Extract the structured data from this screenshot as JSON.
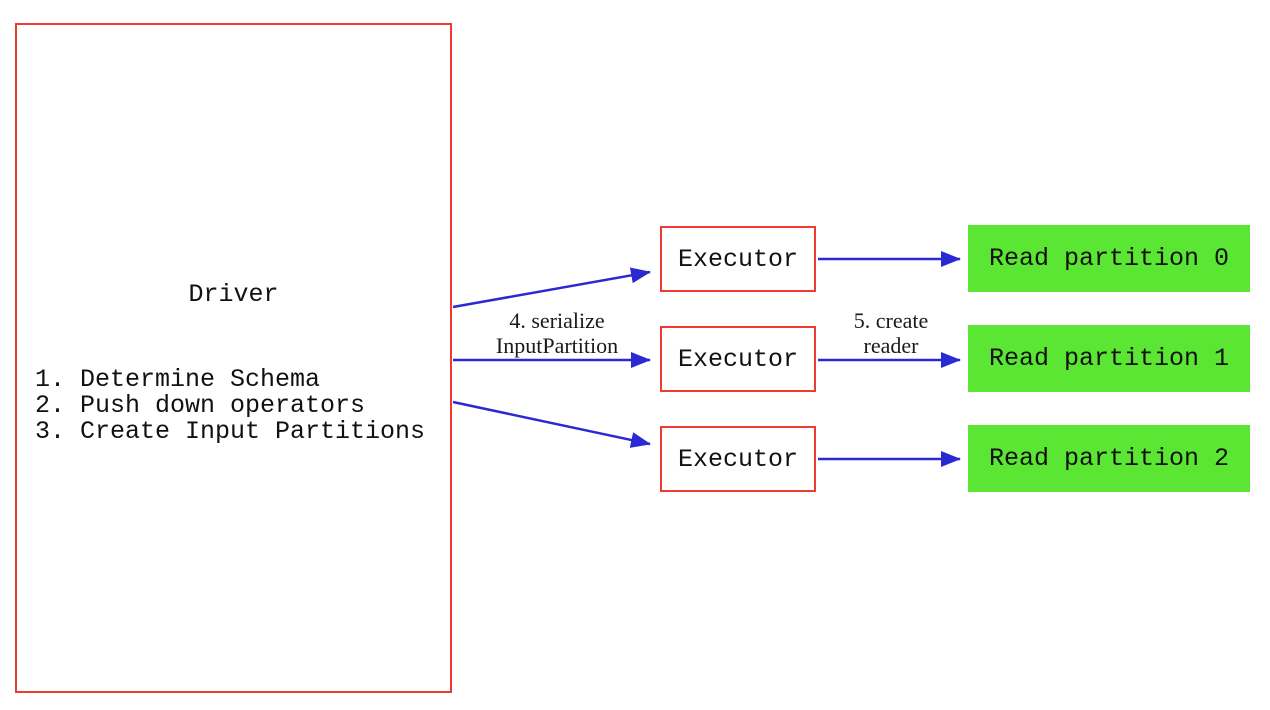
{
  "colors": {
    "node_border_red": "#ee3b2f",
    "arrow_blue": "#2a2ad2",
    "partition_green": "#5ae632",
    "text_black": "#111111",
    "background": "#ffffff"
  },
  "driver": {
    "title": "Driver",
    "steps": [
      "1. Determine Schema",
      "2. Push down operators",
      "3. Create Input Partitions"
    ]
  },
  "executors": [
    {
      "label": "Executor"
    },
    {
      "label": "Executor"
    },
    {
      "label": "Executor"
    }
  ],
  "partitions": [
    {
      "label": "Read partition 0"
    },
    {
      "label": "Read partition 1"
    },
    {
      "label": "Read partition 2"
    }
  ],
  "edge_labels": {
    "serialize": {
      "line1": "4. serialize",
      "line2": "InputPartition"
    },
    "create_reader": {
      "line1": "5. create",
      "line2": "reader"
    }
  }
}
